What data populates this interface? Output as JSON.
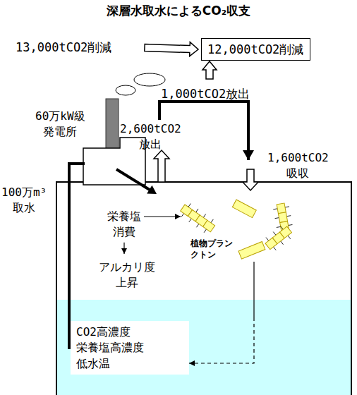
{
  "diagram": {
    "title": "深層水取水によるCO₂収支",
    "nodes": [
      {
        "text": [
          "13,000tCO2削減"
        ]
      },
      {
        "text": [
          "12,000tCO2削減"
        ]
      },
      {
        "text": [
          "2,600tCO2 放出"
        ]
      },
      {
        "text": [
          "1,600tCO2 吸収"
        ]
      },
      {
        "text": [
          "栄養塩 消費"
        ]
      },
      {
        "text": [
          "植物プラン クトン"
        ]
      },
      {
        "text": [
          "アルカリ度 上昇"
        ]
      },
      {
        "text": [
          "CO2高濃度 栄養塩高濃度 低水温"
        ]
      }
    ],
    "edges": [
      {
        "from": 0,
        "to": 1,
        "arrow": "to"
      },
      {
        "from": 2,
        "to": 3,
        "label": "1,000tCO2放出",
        "arrow": "to"
      },
      {
        "from": 4,
        "to": 5,
        "arrow": "to"
      },
      {
        "from": 4,
        "to": 6,
        "arrow": "to"
      },
      {
        "from": 5,
        "to": 7,
        "arrow": "to"
      }
    ],
    "labels": [
      "60万kW級 発電所",
      "100万m³ 取水"
    ]
  }
}
